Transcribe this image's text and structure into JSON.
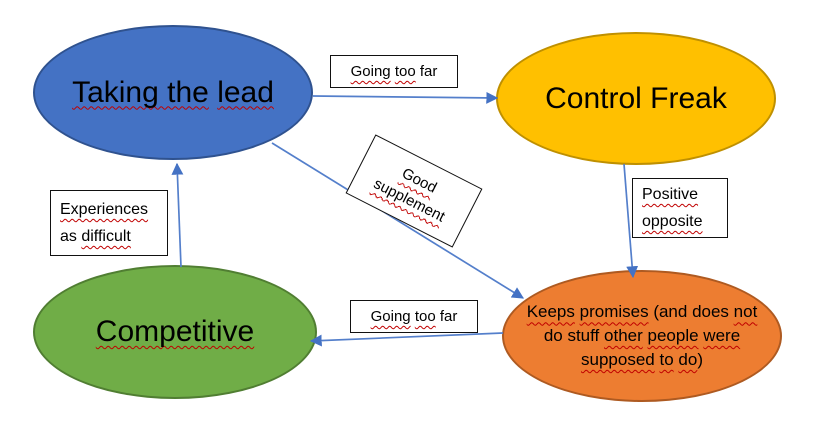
{
  "palette": {
    "node_blue_fill": "#4472C4",
    "node_blue_border": "#2F528F",
    "node_gold_fill": "#FFC000",
    "node_gold_border": "#BF9000",
    "node_green_fill": "#70AD47",
    "node_green_border": "#507E32",
    "node_orange_fill": "#ED7D31",
    "node_orange_border": "#AE5A21",
    "arrow_line": "#547FCB",
    "arrow_head": "#4472C4",
    "squiggle": "#C00000",
    "label_box_border": "#111111"
  },
  "nodes": {
    "taking_lead": {
      "label": "Taking the lead",
      "parts": [
        {
          "t": "Taking the",
          "s": 1
        },
        {
          "t": " ",
          "s": 0
        },
        {
          "t": "lead",
          "s": 1
        }
      ]
    },
    "control_freak": {
      "label": "Control Freak",
      "parts": [
        {
          "t": "Control Freak",
          "s": 0
        }
      ]
    },
    "competitive": {
      "label": "Competitive",
      "parts": [
        {
          "t": "Competitive",
          "s": 1
        }
      ]
    },
    "keeps_promises": {
      "label": "Keeps promises (and does not do stuff other people were supposed to do)",
      "parts": [
        {
          "t": "Keeps",
          "s": 1
        },
        {
          "t": " ",
          "s": 0
        },
        {
          "t": "promises",
          "s": 1
        },
        {
          "t": " (and does ",
          "s": 0
        },
        {
          "t": "not",
          "s": 1
        },
        {
          "t": " do stuff ",
          "s": 0
        },
        {
          "t": "other",
          "s": 1
        },
        {
          "t": " ",
          "s": 0
        },
        {
          "t": "people",
          "s": 1
        },
        {
          "t": " ",
          "s": 0
        },
        {
          "t": "were",
          "s": 1
        },
        {
          "t": " ",
          "s": 0
        },
        {
          "t": "supposed",
          "s": 1
        },
        {
          "t": " ",
          "s": 0
        },
        {
          "t": "to",
          "s": 1
        },
        {
          "t": " ",
          "s": 0
        },
        {
          "t": "do",
          "s": 1
        },
        {
          "t": ")",
          "s": 0
        }
      ]
    }
  },
  "connector_labels": {
    "going_too_far_top": {
      "label": "Going too far",
      "parts": [
        {
          "t": "Going",
          "s": 1
        },
        {
          "t": " ",
          "s": 0
        },
        {
          "t": "too",
          "s": 1
        },
        {
          "t": " far",
          "s": 0
        }
      ]
    },
    "good_supplement": {
      "label": "Good supplement",
      "parts": [
        {
          "t": "Good",
          "s": 1
        },
        {
          "t": " ",
          "s": 0
        },
        {
          "t": "supplement",
          "s": 1
        }
      ]
    },
    "positive_opposite": {
      "label": "Positive opposite",
      "parts": [
        {
          "t": "Positive",
          "s": 1
        },
        {
          "t": " ",
          "s": 0
        },
        {
          "t": "opposite",
          "s": 1
        }
      ]
    },
    "experiences_as_difficult": {
      "label": "Experiences as difficult",
      "parts": [
        {
          "t": "Experiences",
          "s": 1
        },
        {
          "t": " as ",
          "s": 0
        },
        {
          "t": "difficult",
          "s": 1
        }
      ]
    },
    "going_too_far_bottom": {
      "label": "Going too far",
      "parts": [
        {
          "t": "Going",
          "s": 1
        },
        {
          "t": " ",
          "s": 0
        },
        {
          "t": "too",
          "s": 1
        },
        {
          "t": " far",
          "s": 0
        }
      ]
    }
  },
  "edges": [
    {
      "from": "taking_lead",
      "to": "control_freak",
      "label": "Going too far"
    },
    {
      "from": "taking_lead",
      "to": "keeps_promises",
      "label": "Good supplement"
    },
    {
      "from": "control_freak",
      "to": "keeps_promises",
      "label": "Positive opposite"
    },
    {
      "from": "keeps_promises",
      "to": "competitive",
      "label": "Going too far"
    },
    {
      "from": "competitive",
      "to": "taking_lead",
      "label": "Experiences as difficult"
    }
  ]
}
